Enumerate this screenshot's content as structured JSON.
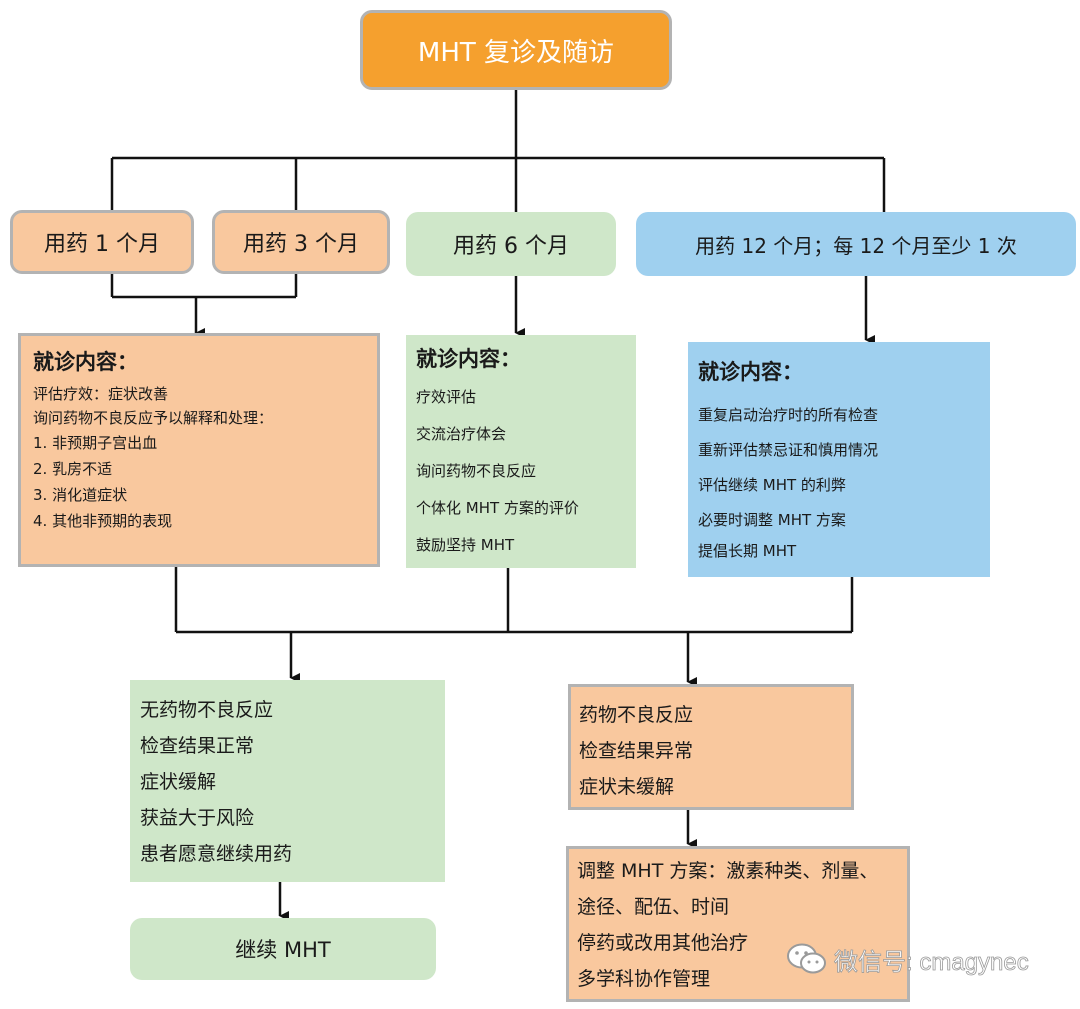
{
  "title": "MHT 复诊及随访",
  "stages": [
    {
      "label": "用药 1 个月"
    },
    {
      "label": "用药 3 个月"
    },
    {
      "label": "用药 6 个月"
    },
    {
      "label": "用药 12 个月；每 12 个月至少 1 次"
    }
  ],
  "visits": [
    {
      "heading": "就诊内容：",
      "items": [
        "评估疗效：症状改善",
        "询问药物不良反应予以解释和处理：",
        "1. 非预期子宫出血",
        "2. 乳房不适",
        "3. 消化道症状",
        "4. 其他非预期的表现"
      ]
    },
    {
      "heading": "就诊内容：",
      "items": [
        "疗效评估",
        "交流治疗体会",
        "询问药物不良反应",
        "个体化 MHT 方案的评价",
        "鼓励坚持 MHT"
      ]
    },
    {
      "heading": "就诊内容：",
      "items": [
        "重复启动治疗时的所有检查",
        "重新评估禁忌证和慎用情况",
        "评估继续 MHT 的利弊",
        "必要时调整 MHT 方案",
        "提倡长期 MHT"
      ]
    }
  ],
  "outcomes": {
    "good": {
      "items": [
        "无药物不良反应",
        "检查结果正常",
        "症状缓解",
        "获益大于风险",
        "患者愿意继续用药"
      ]
    },
    "bad": {
      "items": [
        "药物不良反应",
        "检查结果异常",
        "症状未缓解"
      ]
    }
  },
  "actions": {
    "continue": "继续 MHT",
    "adjust": [
      "调整 MHT 方案：激素种类、剂量、",
      "途径、配伍、时间",
      "停药或改用其他治疗",
      "多学科协作管理"
    ]
  },
  "watermark": {
    "text": "微信号: cmagynec",
    "icon": "wechat-icon"
  },
  "colors": {
    "title": "#f5a02e",
    "orange": "#f9c89e",
    "green": "#cfe7c9",
    "blue": "#9fd0ef",
    "border": "#b3b3b3"
  }
}
